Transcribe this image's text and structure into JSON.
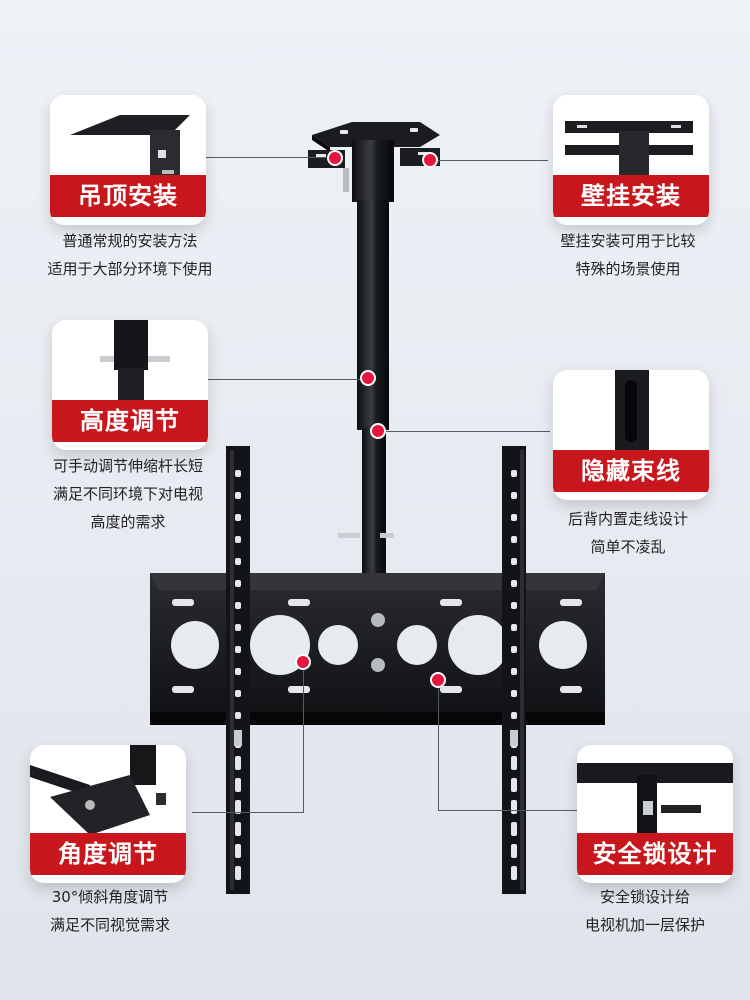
{
  "colors": {
    "accent_red": "#c8161d",
    "dot_red": "#e4163e",
    "metal_black": "#141518",
    "background": "#e9edf2"
  },
  "features": [
    {
      "id": "ceiling",
      "title": "吊顶安装",
      "desc_lines": [
        "普通常规的安装方法",
        "适用于大部分环境下使用"
      ]
    },
    {
      "id": "wall",
      "title": "壁挂安装",
      "desc_lines": [
        "壁挂安装可用于比较",
        "特殊的场景使用"
      ]
    },
    {
      "id": "height",
      "title": "高度调节",
      "desc_lines": [
        "可手动调节伸缩杆长短",
        "满足不同环境下对电视",
        "高度的需求"
      ]
    },
    {
      "id": "cable",
      "title": "隐藏束线",
      "desc_lines": [
        "后背内置走线设计",
        "简单不凌乱"
      ]
    },
    {
      "id": "angle",
      "title": "角度调节",
      "desc_lines": [
        "30°倾斜角度调节",
        "满足不同视觉需求"
      ]
    },
    {
      "id": "lock",
      "title": "安全锁设计",
      "desc_lines": [
        "安全锁设计给",
        "电视机加一层保护"
      ]
    }
  ]
}
